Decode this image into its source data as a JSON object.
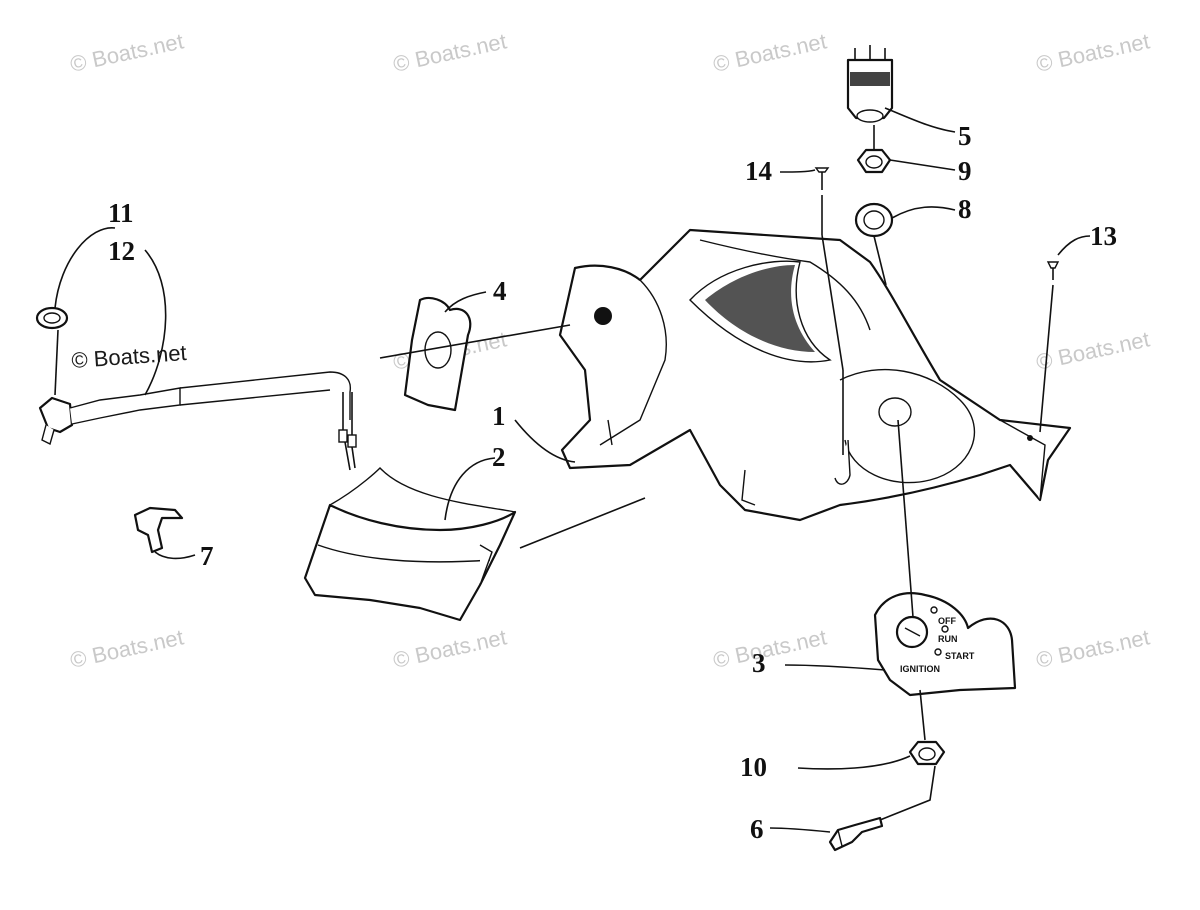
{
  "callouts": {
    "c1": "1",
    "c2": "2",
    "c3": "3",
    "c4": "4",
    "c5": "5",
    "c6": "6",
    "c7": "7",
    "c8": "8",
    "c9": "9",
    "c10": "10",
    "c11": "11",
    "c12": "12",
    "c13": "13",
    "c14": "14"
  },
  "switch_plate": {
    "off": "OFF",
    "run": "RUN",
    "start": "START",
    "ignition": "IGNITION"
  },
  "watermark": {
    "text": "© Boats.net"
  }
}
